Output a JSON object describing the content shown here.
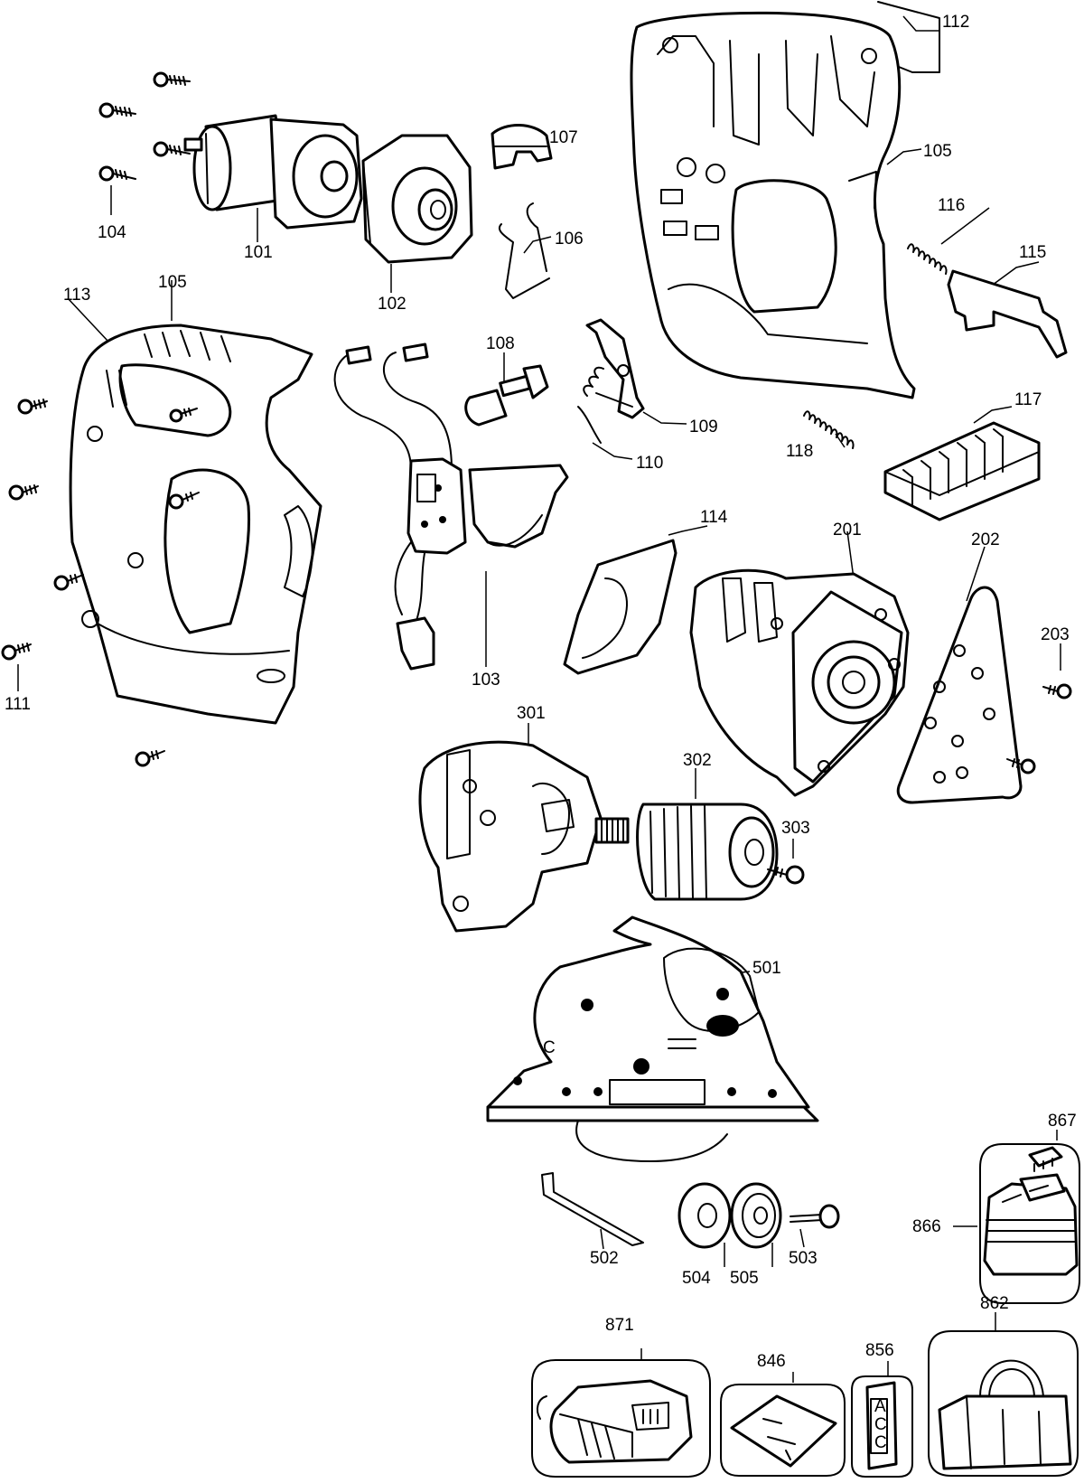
{
  "labels": {
    "l101": "101",
    "l102": "102",
    "l103": "103",
    "l104": "104",
    "l105a": "105",
    "l105b": "105",
    "l106": "106",
    "l107": "107",
    "l108": "108",
    "l109": "109",
    "l110": "110",
    "l111": "111",
    "l112": "112",
    "l113": "113",
    "l114": "114",
    "l115": "115",
    "l116": "116",
    "l117": "117",
    "l118": "118",
    "l201": "201",
    "l202": "202",
    "l203": "203",
    "l301": "301",
    "l302": "302",
    "l303": "303",
    "l501": "501",
    "l502": "502",
    "l503": "503",
    "l504": "504",
    "l505": "505",
    "l846": "846",
    "l856": "856",
    "l862": "862",
    "l866": "866",
    "l867": "867",
    "l871": "871"
  },
  "card_text": {
    "a": "A",
    "c1": "C",
    "c2": "C"
  }
}
